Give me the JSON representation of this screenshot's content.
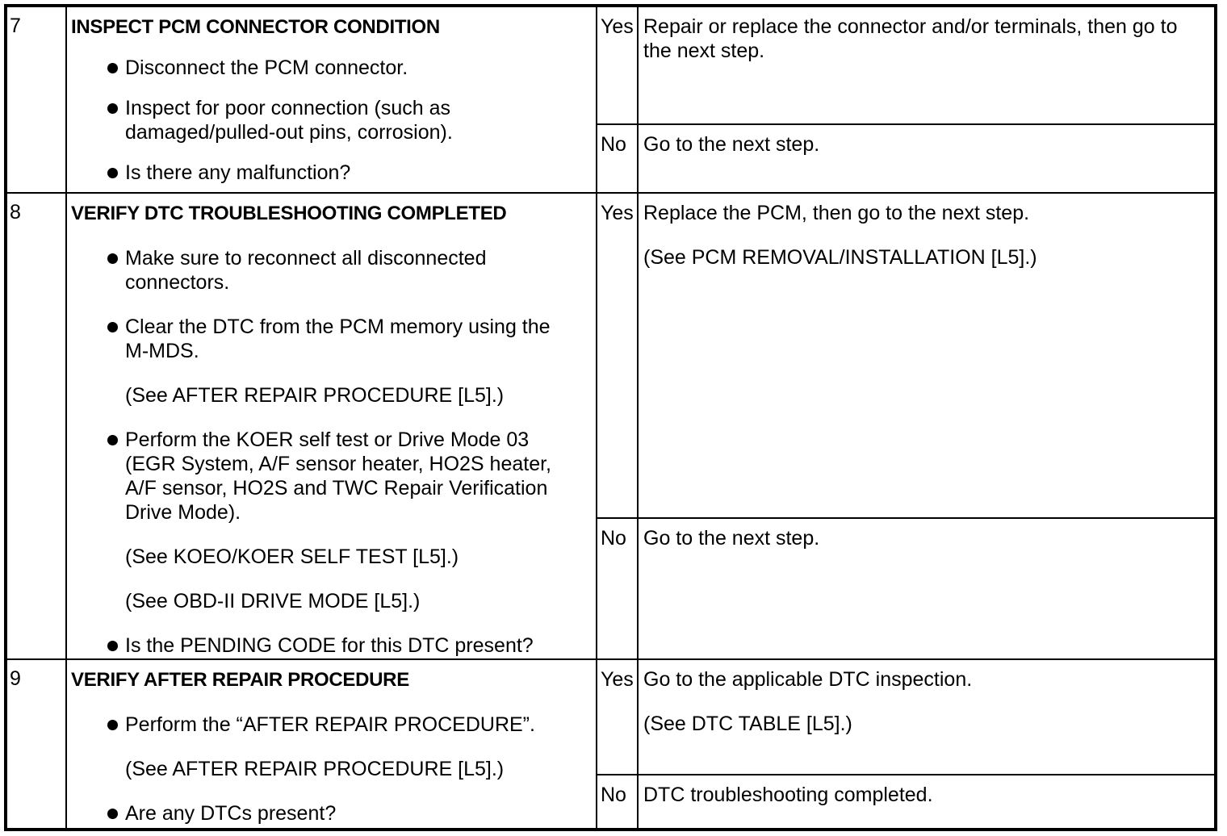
{
  "document": {
    "kind": "DTC troubleshooting step/action table",
    "colors": {
      "line": "#000000",
      "background": "#ffffff",
      "text": "#000000"
    }
  },
  "steps": [
    {
      "number": "7",
      "title": "INSPECT PCM CONNECTOR CONDITION",
      "items": [
        {
          "type": "bullet",
          "lines": [
            "Disconnect the PCM connector."
          ]
        },
        {
          "type": "bullet",
          "lines": [
            "Inspect for poor connection (such as",
            "damaged/pulled-out pins, corrosion)."
          ]
        },
        {
          "type": "bullet",
          "lines": [
            "Is there any malfunction?"
          ]
        }
      ],
      "yes": {
        "label": "Yes",
        "paragraphs": [
          {
            "lines": [
              "Repair or replace the connector and/or terminals, then go to",
              "the next step."
            ]
          }
        ]
      },
      "no": {
        "label": "No",
        "paragraphs": [
          {
            "lines": [
              "Go to the next step."
            ]
          }
        ]
      }
    },
    {
      "number": "8",
      "title": "VERIFY DTC TROUBLESHOOTING COMPLETED",
      "items": [
        {
          "type": "bullet",
          "lines": [
            "Make sure to reconnect all disconnected",
            "connectors."
          ]
        },
        {
          "type": "bullet",
          "lines": [
            "Clear the DTC from the PCM memory using the",
            "M-MDS."
          ]
        },
        {
          "type": "note",
          "lines": [
            "(See AFTER REPAIR PROCEDURE [L5].)"
          ]
        },
        {
          "type": "bullet",
          "lines": [
            "Perform the KOER self test or Drive Mode 03",
            "(EGR System, A/F sensor heater, HO2S heater,",
            "A/F sensor, HO2S and TWC Repair Verification",
            "Drive Mode)."
          ]
        },
        {
          "type": "note",
          "lines": [
            "(See KOEO/KOER SELF TEST [L5].)"
          ]
        },
        {
          "type": "note",
          "lines": [
            "(See OBD-II DRIVE MODE [L5].)"
          ]
        },
        {
          "type": "bullet",
          "lines": [
            "Is the PENDING CODE for this DTC present?"
          ]
        }
      ],
      "yes": {
        "label": "Yes",
        "paragraphs": [
          {
            "lines": [
              "Replace the PCM, then go to the next step."
            ]
          },
          {
            "lines": [
              "(See PCM REMOVAL/INSTALLATION [L5].)"
            ]
          }
        ]
      },
      "no": {
        "label": "No",
        "paragraphs": [
          {
            "lines": [
              "Go to the next step."
            ]
          }
        ]
      }
    },
    {
      "number": "9",
      "title": "VERIFY AFTER REPAIR PROCEDURE",
      "items": [
        {
          "type": "bullet",
          "lines": [
            "Perform the “AFTER REPAIR PROCEDURE”."
          ]
        },
        {
          "type": "note",
          "lines": [
            "(See AFTER REPAIR PROCEDURE [L5].)"
          ]
        },
        {
          "type": "bullet",
          "lines": [
            "Are any DTCs present?"
          ]
        }
      ],
      "yes": {
        "label": "Yes",
        "paragraphs": [
          {
            "lines": [
              "Go to the applicable DTC inspection."
            ]
          },
          {
            "lines": [
              "(See DTC TABLE [L5].)"
            ]
          }
        ]
      },
      "no": {
        "label": "No",
        "paragraphs": [
          {
            "lines": [
              "DTC troubleshooting completed."
            ]
          }
        ]
      }
    }
  ]
}
